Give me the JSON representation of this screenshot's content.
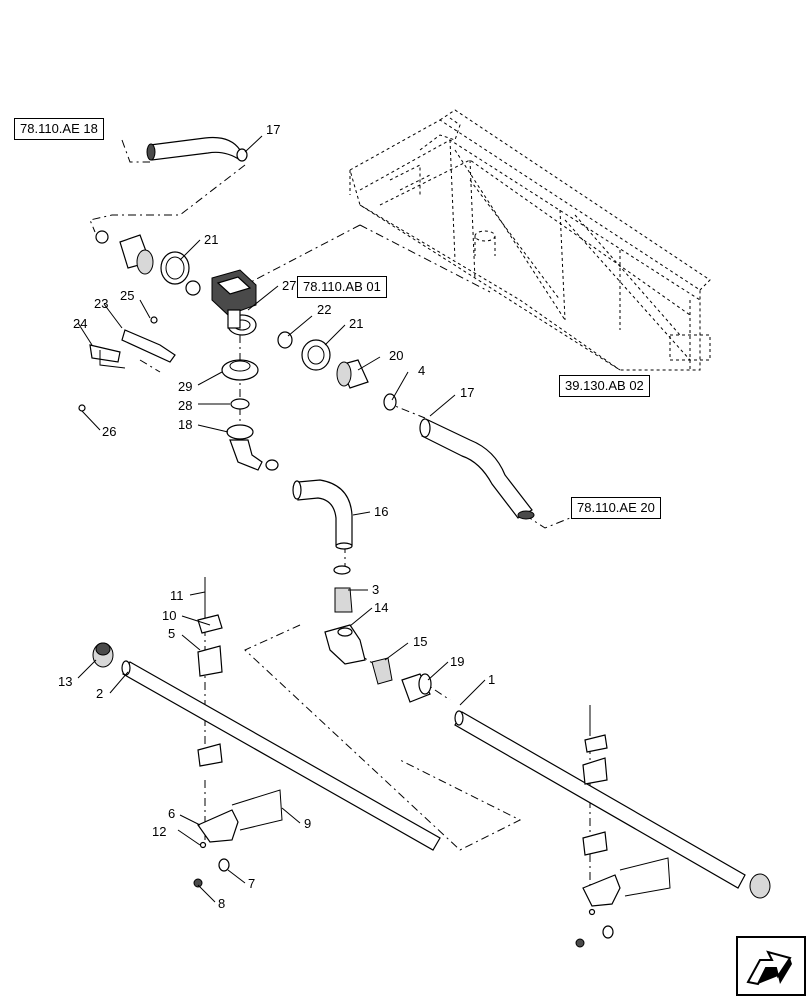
{
  "references": {
    "ae18": "78.110.AE 18",
    "ab01": "78.110.AB 01",
    "ab02": "39.130.AB 02",
    "ae20": "78.110.AE 20"
  },
  "callouts": {
    "c1": "1",
    "c2": "2",
    "c3": "3",
    "c4": "4",
    "c5": "5",
    "c6": "6",
    "c7": "7",
    "c8": "8",
    "c9": "9",
    "c10": "10",
    "c11": "11",
    "c12": "12",
    "c13": "13",
    "c14": "14",
    "c15": "15",
    "c16": "16",
    "c17a": "17",
    "c17b": "17",
    "c18": "18",
    "c19": "19",
    "c20": "20",
    "c21a": "21",
    "c21b": "21",
    "c22": "22",
    "c23": "23",
    "c24": "24",
    "c25": "25",
    "c26": "26",
    "c27": "27",
    "c28": "28",
    "c29": "29"
  },
  "icons": {
    "nav": "next-page-arrow-icon"
  }
}
